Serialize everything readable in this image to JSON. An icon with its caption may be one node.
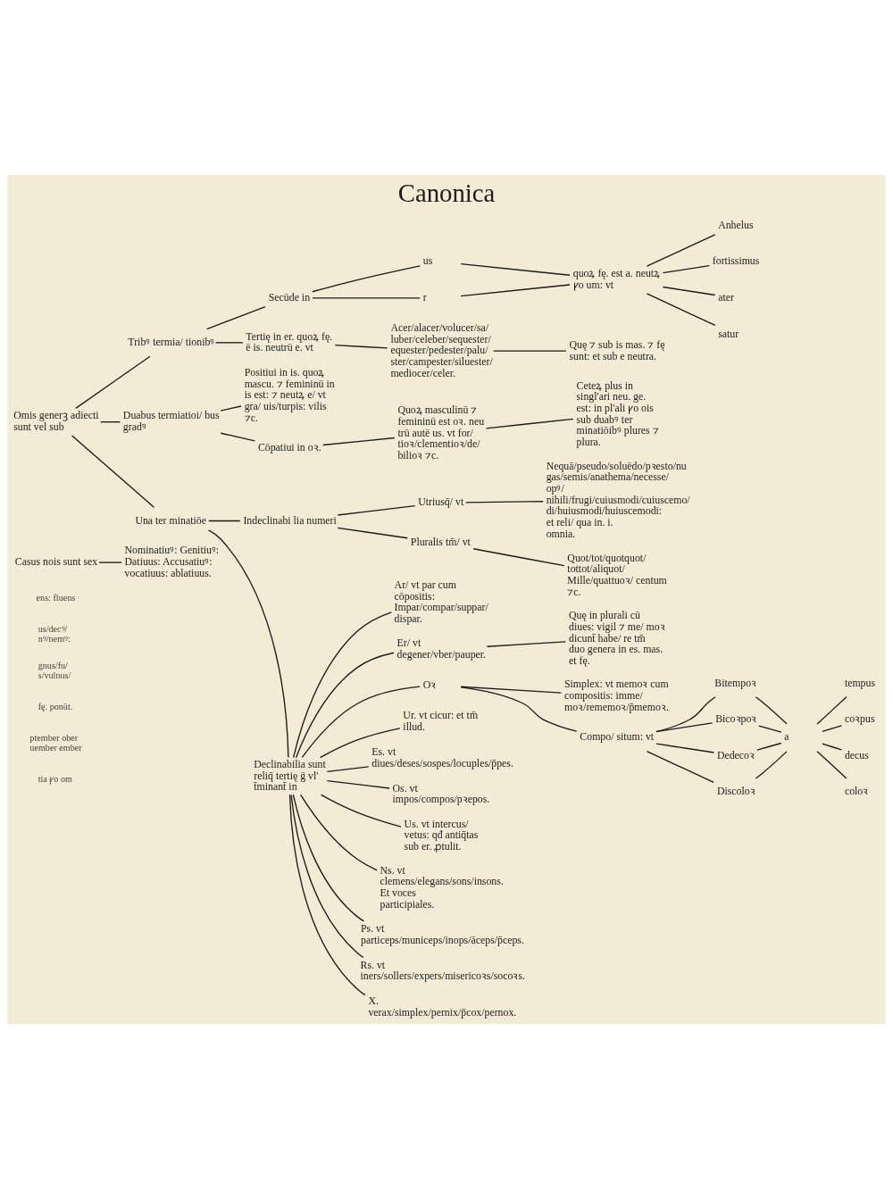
{
  "diagram": {
    "title": "Canonica",
    "nodes": [
      {
        "text": [
          "Omis generꝫ adiecti sunt vel sub"
        ]
      },
      {
        "text": [
          "Tribꝰ termia/ tionibꝰ"
        ]
      },
      {
        "text": [
          "Secūde in"
        ]
      },
      {
        "text": [
          "us"
        ]
      },
      {
        "text": [
          "r"
        ]
      },
      {
        "text": [
          "quoꝝ fę. est a. neutꝝ ꝩo um: vt"
        ]
      },
      {
        "text": [
          "Anhelus"
        ]
      },
      {
        "text": [
          "fortissimus"
        ]
      },
      {
        "text": [
          "ater"
        ]
      },
      {
        "text": [
          "satur"
        ]
      },
      {
        "text": [
          "Tertię in er. quoꝝ fę. ē is. neutrū e. vt"
        ]
      },
      {
        "text": [
          "Acer/alacer/volucer/sa/ luber/celeber/sequester/ equester/pedester/palu/ ster/campester/siluester/ mediocer/celer."
        ]
      },
      {
        "text": [
          "Quę ⁊ sub is mas. ⁊ fę sunt: et sub e neutra."
        ]
      },
      {
        "text": [
          "Duabus termiatioi/ bus gradꝰ"
        ]
      },
      {
        "text": [
          "Positiui in is. quoꝝ mascu. ⁊ femininū in is est: ⁊ neutꝝ e/ vt gra/ uis/turpis: vilis ⁊c."
        ]
      },
      {
        "text": [
          "Cōpatiui in oꝛ."
        ]
      },
      {
        "text": [
          "Quoꝝ masculinū ⁊ femininū est oꝛ. neu trū autē us. vt for/ tioꝛ/clementioꝛ/de/ bilioꝛ ⁊c."
        ]
      },
      {
        "text": [
          "Ceteꝝ plus in singl'ari neu. ge. est: in pl'ali ꝩo ois sub duabꝰ ter minatiōibꝰ plures ⁊ plura."
        ]
      },
      {
        "text": [
          "Una ter minatiōe"
        ]
      },
      {
        "text": [
          "Indeclinabi lia numeri"
        ]
      },
      {
        "text": [
          "Utriusq̄/ vt"
        ]
      },
      {
        "text": [
          "Nequā/pseudo/soluēdo/pꝛesto/nu gas/semis/anathema/necesse/ opꝰ/ nihili/frugi/cuiusmodi/cuiuscemo/ di/huiusmodi/huiuscemodi: et reli/ qua in. i. omnia."
        ]
      },
      {
        "text": [
          "Pluralis tm̄/ vt"
        ]
      },
      {
        "text": [
          "Quot/tot/quotquot/ tottot/aliquot/ Mille/quattuoꝛ/ centum ⁊c."
        ]
      },
      {
        "text": [
          "Declinabilia sunt reliq̄ tertię ḡ vl' t̄minant̄ in"
        ]
      },
      {
        "text": [
          "Ar/ vt par cum cōpositis: Impar/compar/suppar/ dispar."
        ]
      },
      {
        "text": [
          "Er/ vt degener/vber/pauper."
        ]
      },
      {
        "text": [
          "Quę in plurali cū diues: vigil ⁊ me/ moꝛ dicunt̄ habe/ re tm̄ duo genera in es. mas. et fę."
        ]
      },
      {
        "text": [
          "Oꝛ"
        ]
      },
      {
        "text": [
          "Simplex: vt memoꝛ cum compositis: imme/ moꝛ/rememoꝛ/p̄memoꝛ."
        ]
      },
      {
        "text": [
          "Compo/ situm: vt"
        ]
      },
      {
        "text": [
          "Bitempoꝛ"
        ]
      },
      {
        "text": [
          "Bicoꝛpoꝛ"
        ]
      },
      {
        "text": [
          "Dedecoꝛ"
        ]
      },
      {
        "text": [
          "Discoloꝛ"
        ]
      },
      {
        "text": [
          "a"
        ]
      },
      {
        "text": [
          "tempus"
        ]
      },
      {
        "text": [
          "coꝛpus"
        ]
      },
      {
        "text": [
          "decus"
        ]
      },
      {
        "text": [
          "coloꝛ"
        ]
      },
      {
        "text": [
          "Ur. vt cicur: et tm̄ illud."
        ]
      },
      {
        "text": [
          "Es. vt diues/deses/sospes/locuples/p̄pes."
        ]
      },
      {
        "text": [
          "Os. vt impos/compos/pꝛepos."
        ]
      },
      {
        "text": [
          "Us. vt intercus/ vetus: qđ antiq̄tas sub er. ꝓtulit."
        ]
      },
      {
        "text": [
          "Ns. vt clemens/elegans/sons/insons. Et voces participiales."
        ]
      },
      {
        "text": [
          "Ps. vt particeps/municeps/inops/āceps/p̄ceps."
        ]
      },
      {
        "text": [
          "Rs. vt iners/sollers/expers/misericoꝛs/socoꝛs."
        ]
      },
      {
        "text": [
          "X. verax/simplex/pernix/p̄cox/pernox."
        ]
      },
      {
        "text": [
          "Casus nois sunt sex"
        ]
      },
      {
        "text": [
          "Nominatiuꝰ: Genitiuꝰ: Datiuus: Accusatiuꝰ: vocatiuus: ablatiuus."
        ]
      }
    ],
    "edges": [
      {
        "from": 0,
        "to": 1,
        "arrow": "none"
      },
      {
        "from": 0,
        "to": 13,
        "arrow": "none"
      },
      {
        "from": 0,
        "to": 18,
        "arrow": "none"
      },
      {
        "from": 1,
        "to": 2,
        "arrow": "none"
      },
      {
        "from": 1,
        "to": 10,
        "arrow": "none"
      },
      {
        "from": 2,
        "to": 3,
        "arrow": "none"
      },
      {
        "from": 2,
        "to": 4,
        "arrow": "none"
      },
      {
        "from": 3,
        "to": 5,
        "arrow": "none"
      },
      {
        "from": 4,
        "to": 5,
        "arrow": "none"
      },
      {
        "from": 5,
        "to": 6,
        "arrow": "none"
      },
      {
        "from": 5,
        "to": 7,
        "arrow": "none"
      },
      {
        "from": 5,
        "to": 8,
        "arrow": "none"
      },
      {
        "from": 5,
        "to": 9,
        "arrow": "none"
      },
      {
        "from": 10,
        "to": 11,
        "arrow": "none"
      },
      {
        "from": 11,
        "to": 12,
        "arrow": "none"
      },
      {
        "from": 13,
        "to": 14,
        "arrow": "none"
      },
      {
        "from": 13,
        "to": 15,
        "arrow": "none"
      },
      {
        "from": 15,
        "to": 16,
        "arrow": "none"
      },
      {
        "from": 16,
        "to": 17,
        "arrow": "none"
      },
      {
        "from": 18,
        "to": 19,
        "arrow": "none"
      },
      {
        "from": 18,
        "to": 24,
        "arrow": "none"
      },
      {
        "from": 19,
        "to": 20,
        "arrow": "none"
      },
      {
        "from": 19,
        "to": 22,
        "arrow": "none"
      },
      {
        "from": 20,
        "to": 21,
        "arrow": "none"
      },
      {
        "from": 22,
        "to": 23,
        "arrow": "none"
      },
      {
        "from": 24,
        "to": 25,
        "arrow": "none"
      },
      {
        "from": 24,
        "to": 26,
        "arrow": "none"
      },
      {
        "from": 24,
        "to": 28,
        "arrow": "none"
      },
      {
        "from": 24,
        "to": 40,
        "arrow": "none"
      },
      {
        "from": 24,
        "to": 41,
        "arrow": "none"
      },
      {
        "from": 24,
        "to": 42,
        "arrow": "none"
      },
      {
        "from": 24,
        "to": 43,
        "arrow": "none"
      },
      {
        "from": 24,
        "to": 44,
        "arrow": "none"
      },
      {
        "from": 24,
        "to": 45,
        "arrow": "none"
      },
      {
        "from": 24,
        "to": 46,
        "arrow": "none"
      },
      {
        "from": 24,
        "to": 47,
        "arrow": "none"
      },
      {
        "from": 26,
        "to": 27,
        "arrow": "none"
      },
      {
        "from": 28,
        "to": 29,
        "arrow": "none"
      },
      {
        "from": 28,
        "to": 30,
        "arrow": "none"
      },
      {
        "from": 30,
        "to": 31,
        "arrow": "none"
      },
      {
        "from": 30,
        "to": 32,
        "arrow": "none"
      },
      {
        "from": 30,
        "to": 33,
        "arrow": "none"
      },
      {
        "from": 30,
        "to": 34,
        "arrow": "none"
      },
      {
        "from": 31,
        "to": 35,
        "arrow": "none"
      },
      {
        "from": 32,
        "to": 35,
        "arrow": "none"
      },
      {
        "from": 33,
        "to": 35,
        "arrow": "none"
      },
      {
        "from": 34,
        "to": 35,
        "arrow": "none"
      },
      {
        "from": 35,
        "to": 36,
        "arrow": "none"
      },
      {
        "from": 35,
        "to": 37,
        "arrow": "none"
      },
      {
        "from": 35,
        "to": 38,
        "arrow": "none"
      },
      {
        "from": 35,
        "to": 39,
        "arrow": "none"
      },
      {
        "from": 48,
        "to": 49,
        "arrow": "none"
      }
    ],
    "labels": [
      "tia ꝩo om",
      "ptember ober uember ember",
      "fę. ponūt.",
      "gnus/fu/ s/vulnus/",
      "us/decꝰ/ nꝰ/nemꝰ:",
      "ens: fluens"
    ]
  }
}
